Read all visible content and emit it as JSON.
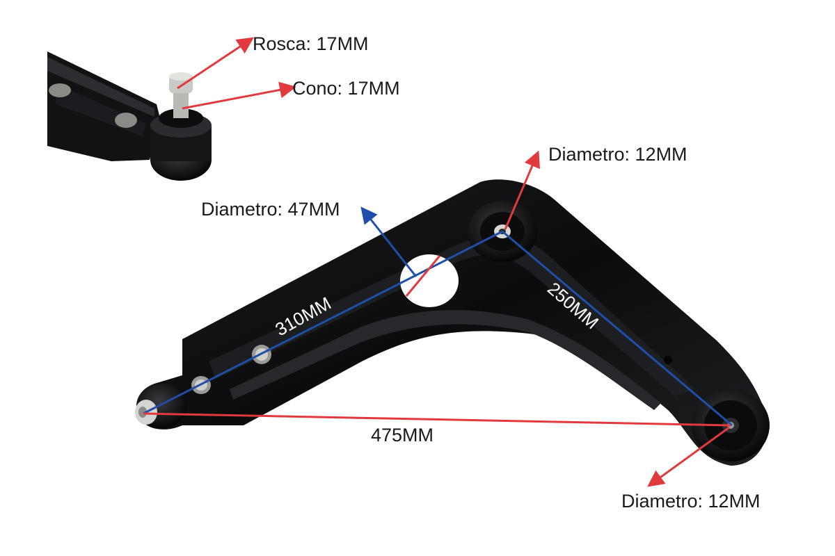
{
  "colors": {
    "background": "#ffffff",
    "part_body": "#0e0e0f",
    "part_highlight": "#2a2c30",
    "bushing_metal": "#c9c9c9",
    "red_arrow": "#e03a3e",
    "blue_line": "#1f4fa8",
    "label_text": "#1a1a1a"
  },
  "labels": {
    "rosca": "Rosca: 17MM",
    "cono": "Cono: 17MM",
    "diametro_top": "Diametro: 12MM",
    "diametro_hole": "Diametro: 47MM",
    "diametro_bottom": "Diametro: 12MM",
    "dim_310": "310MM",
    "dim_250": "250MM",
    "dim_475": "475MM"
  },
  "icons": {
    "inset": "ball-joint-icon",
    "main": "control-arm-icon"
  }
}
